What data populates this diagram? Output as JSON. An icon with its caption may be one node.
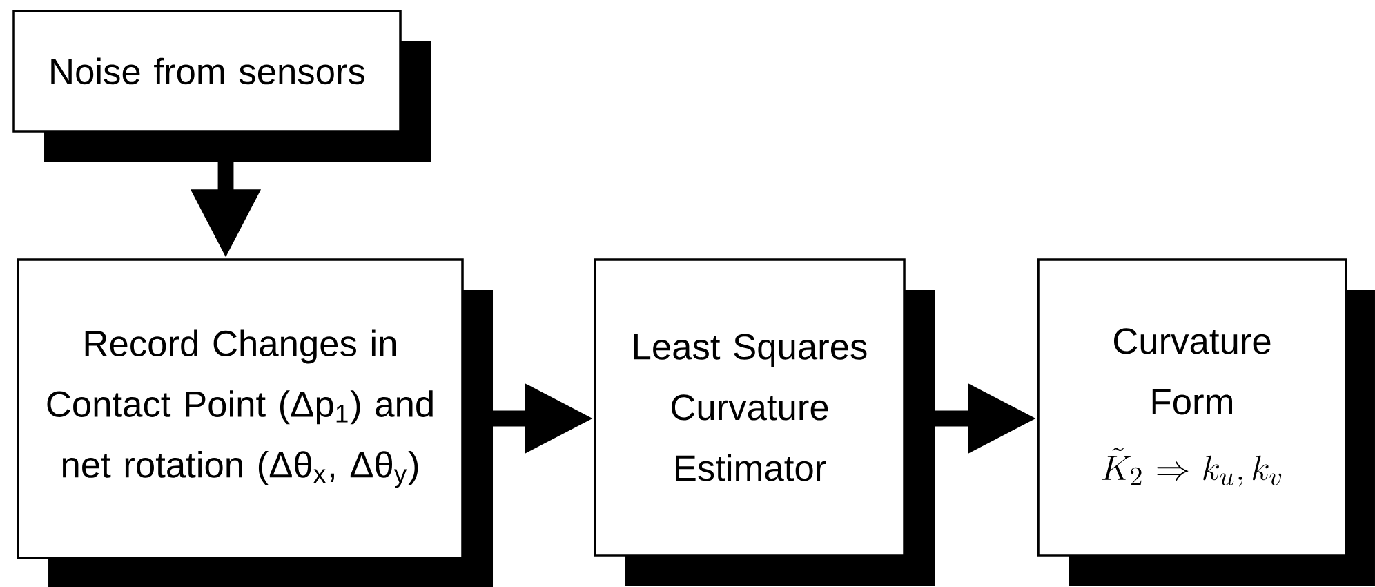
{
  "diagram": {
    "nodes": [
      {
        "text": [
          "Noise from sensors"
        ]
      },
      {
        "text": [
          "Record Changes in Contact Point (Δp$_{1}$) and net rotation (Δθ$_{x}$, Δθ$_{y}$)"
        ]
      },
      {
        "text": [
          "Least Squares Curvature Estimator"
        ]
      },
      {
        "text": [
          "Curvature Form",
          "\\tilde{K}_2 \\Rightarrow k_u, k_v"
        ]
      }
    ],
    "edges": [
      {
        "from": 0,
        "to": 1,
        "arrow": "to"
      },
      {
        "from": 1,
        "to": 2,
        "arrow": "to"
      },
      {
        "from": 2,
        "to": 3,
        "arrow": "to"
      }
    ]
  }
}
